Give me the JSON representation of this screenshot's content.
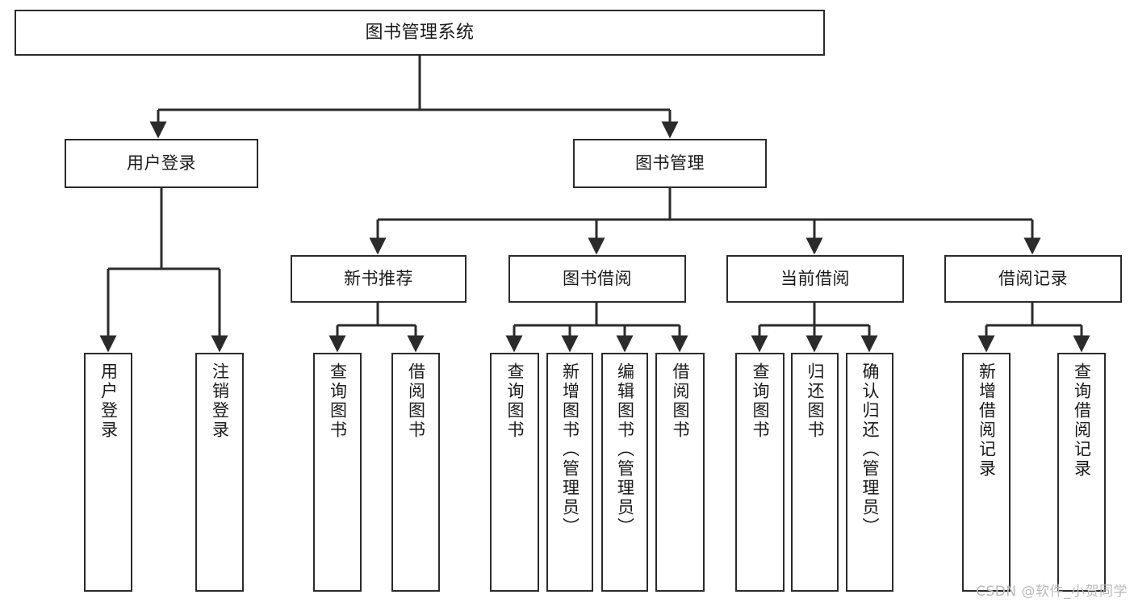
{
  "diagram": {
    "title": "图书管理系统",
    "type": "tree-hierarchy-chart",
    "colors": {
      "stroke": "#2b2b2b",
      "fill": "#ffffff",
      "text": "#1a1a1a",
      "watermark": "#b9b9b9"
    },
    "watermark": "CSDN @软件_小贺同学"
  },
  "nodes": {
    "root": {
      "label": "图书管理系统"
    },
    "level2": [
      {
        "id": "user-login",
        "label": "用户登录"
      },
      {
        "id": "book-management",
        "label": "图书管理"
      }
    ],
    "level3": [
      {
        "id": "new-book-recommend",
        "label": "新书推荐"
      },
      {
        "id": "book-borrow",
        "label": "图书借阅"
      },
      {
        "id": "current-borrow",
        "label": "当前借阅"
      },
      {
        "id": "borrow-record",
        "label": "借阅记录"
      }
    ],
    "leaves": {
      "user-login": [
        {
          "id": "leaf-user-login",
          "label": "用户登录"
        },
        {
          "id": "leaf-user-logout",
          "label": "注销登录"
        }
      ],
      "new-book-recommend": [
        {
          "id": "leaf-query-book-1",
          "label": "查询图书"
        },
        {
          "id": "leaf-borrow-book-1",
          "label": "借阅图书"
        }
      ],
      "book-borrow": [
        {
          "id": "leaf-query-book-2",
          "label": "查询图书"
        },
        {
          "id": "leaf-add-book",
          "label": "新增图书（管理员）"
        },
        {
          "id": "leaf-edit-book",
          "label": "编辑图书（管理员）"
        },
        {
          "id": "leaf-borrow-book-2",
          "label": "借阅图书"
        }
      ],
      "current-borrow": [
        {
          "id": "leaf-query-book-3",
          "label": "查询图书"
        },
        {
          "id": "leaf-return-book",
          "label": "归还图书"
        },
        {
          "id": "leaf-confirm-return",
          "label": "确认归还（管理员）"
        }
      ],
      "borrow-record": [
        {
          "id": "leaf-add-record",
          "label": "新增借阅记录"
        },
        {
          "id": "leaf-query-record",
          "label": "查询借阅记录"
        }
      ]
    }
  }
}
